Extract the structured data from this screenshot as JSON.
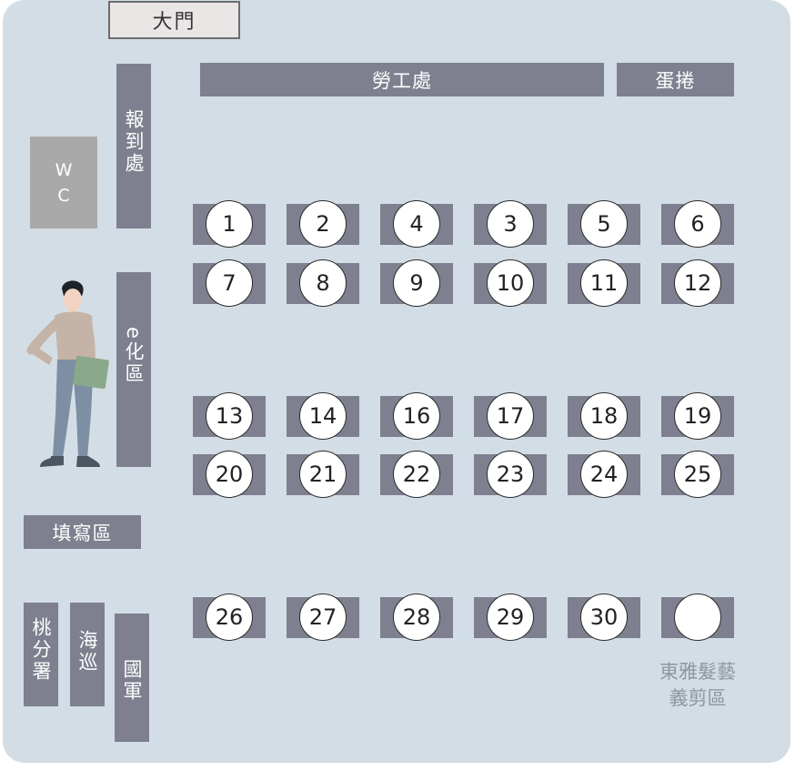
{
  "entrance": {
    "label": "大門"
  },
  "top_areas": {
    "labor_office": "勞工處",
    "egg_rolls": "蛋捲"
  },
  "left_areas": {
    "wc_line1": "W",
    "wc_line2": "C",
    "reception": "報到處",
    "e_zone": "e化區",
    "form_area": "填寫區",
    "taoyuan_branch": "桃分署",
    "coast_guard": "海巡",
    "military": "國軍"
  },
  "booths": {
    "row1": [
      "1",
      "2",
      "4",
      "3",
      "5",
      "6"
    ],
    "row2": [
      "7",
      "8",
      "9",
      "10",
      "11",
      "12"
    ],
    "row3": [
      "13",
      "14",
      "16",
      "17",
      "18",
      "19"
    ],
    "row4": [
      "20",
      "21",
      "22",
      "23",
      "24",
      "25"
    ],
    "row5": [
      "26",
      "27",
      "28",
      "29",
      "30",
      ""
    ]
  },
  "salon": {
    "line1": "東雅髮藝",
    "line2": "義剪區"
  },
  "colors": {
    "floor": "#d3dde5",
    "block": "#7e808f",
    "entrance": "#ebe6e6",
    "wc": "#a9a9a9",
    "salon_text": "#8e96a1"
  },
  "icons": {
    "person": "standing-person-illustration"
  }
}
